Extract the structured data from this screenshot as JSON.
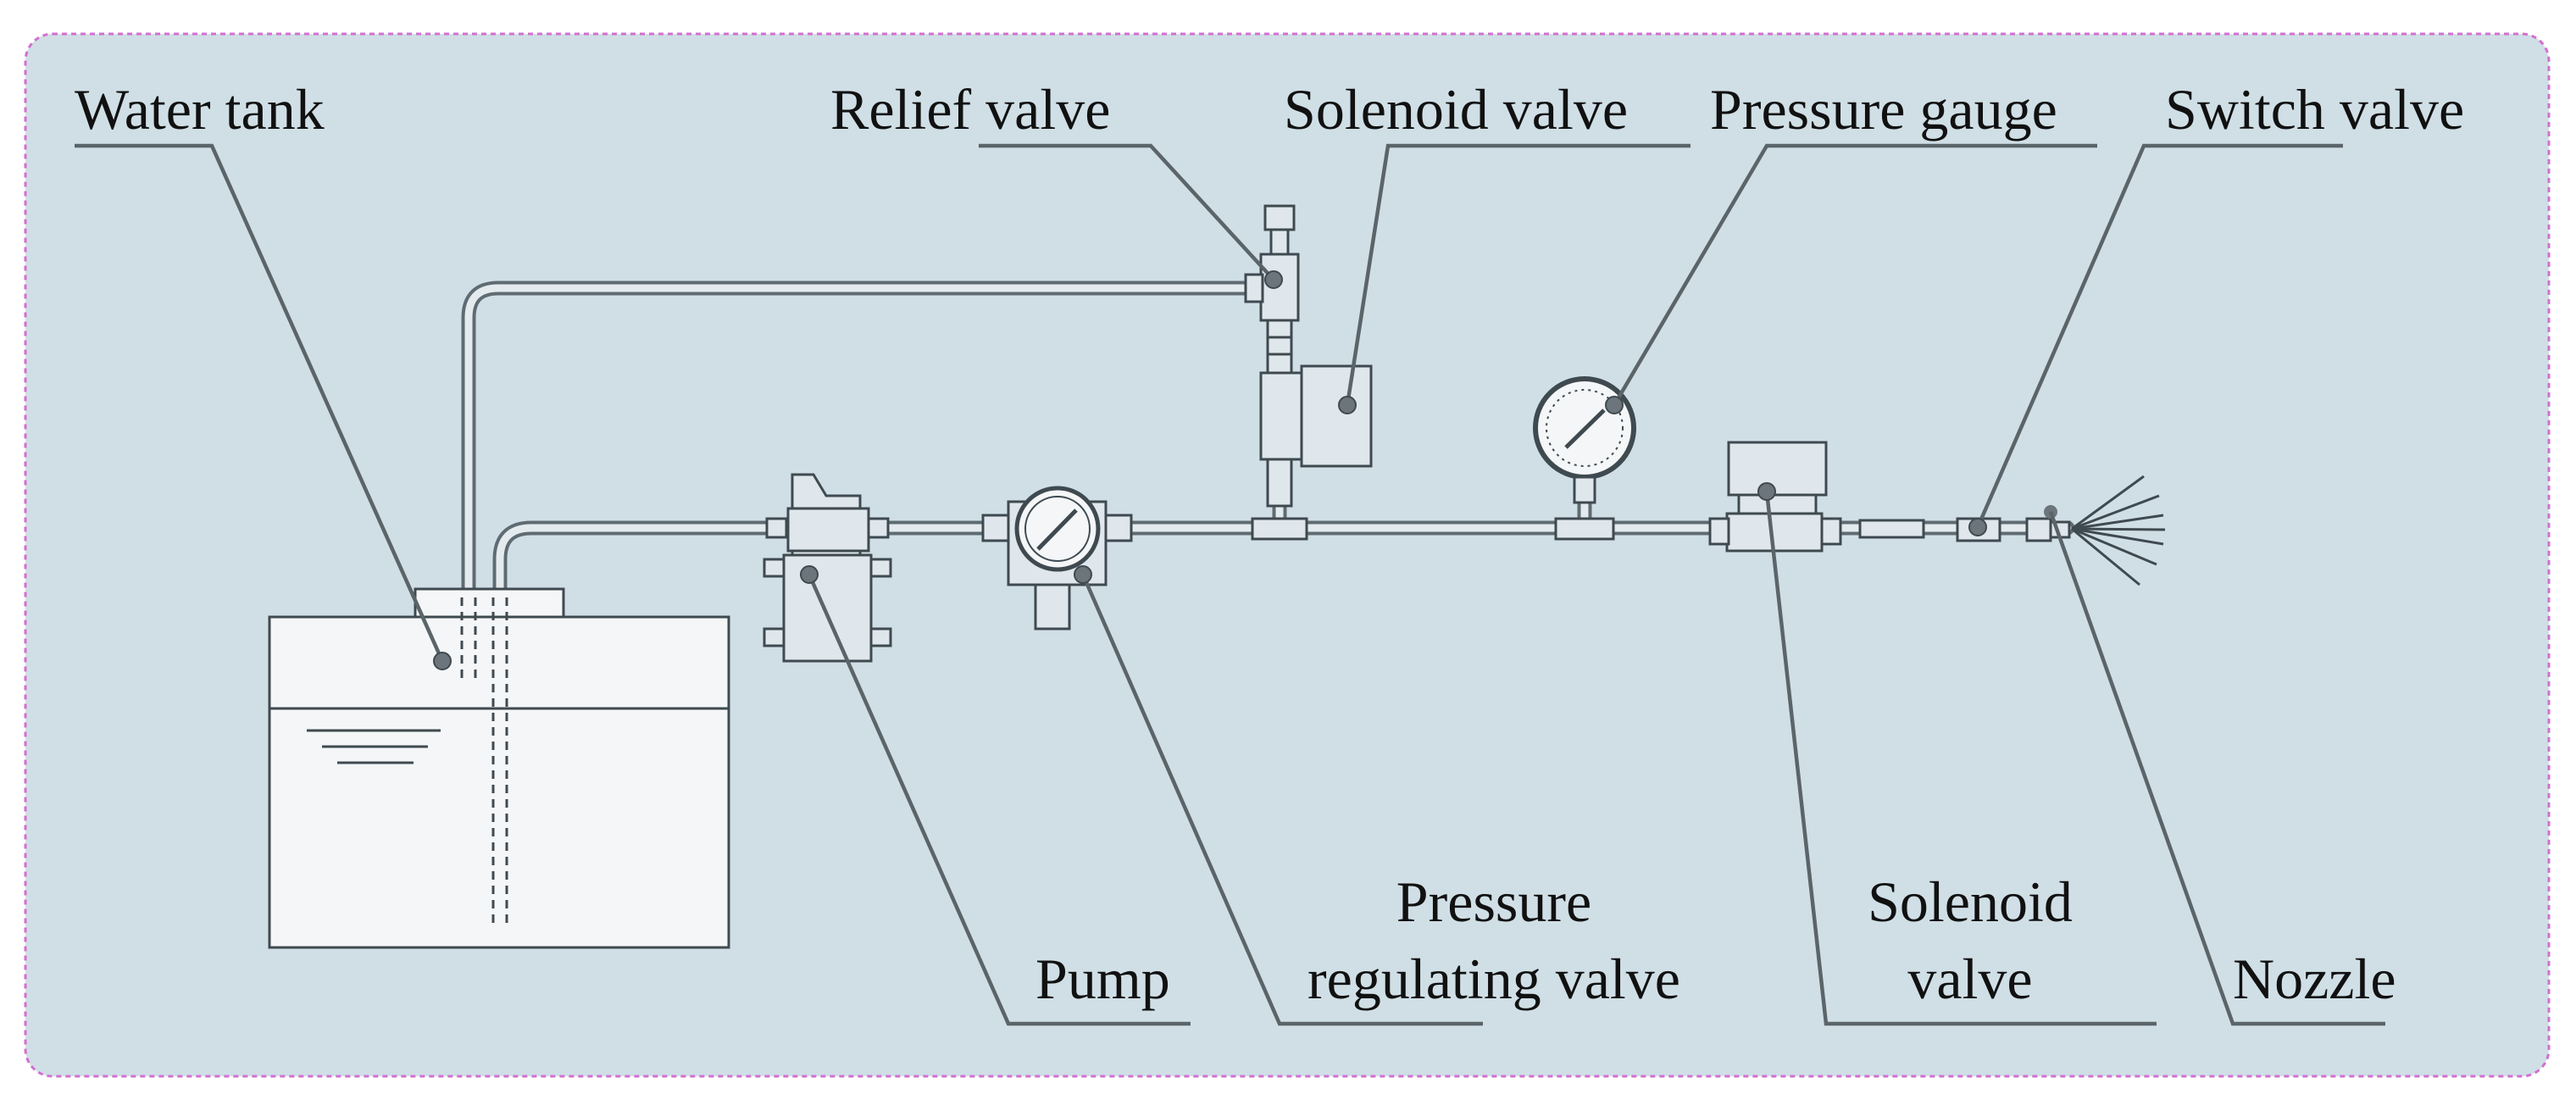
{
  "colors": {
    "panel_background": "#d0dfe6",
    "panel_border": "#d36fd0",
    "line": "#3f4a50"
  },
  "labels": {
    "water_tank": "Water tank",
    "relief_valve": "Relief valve",
    "solenoid_valve_top": "Solenoid valve",
    "pressure_gauge": "Pressure gauge",
    "switch_valve": "Switch valve",
    "pump": "Pump",
    "pressure_regulating_valve_line1": "Pressure",
    "pressure_regulating_valve_line2": "regulating valve",
    "solenoid_valve_bottom_line1": "Solenoid",
    "solenoid_valve_bottom_line2": "valve",
    "nozzle": "Nozzle"
  }
}
